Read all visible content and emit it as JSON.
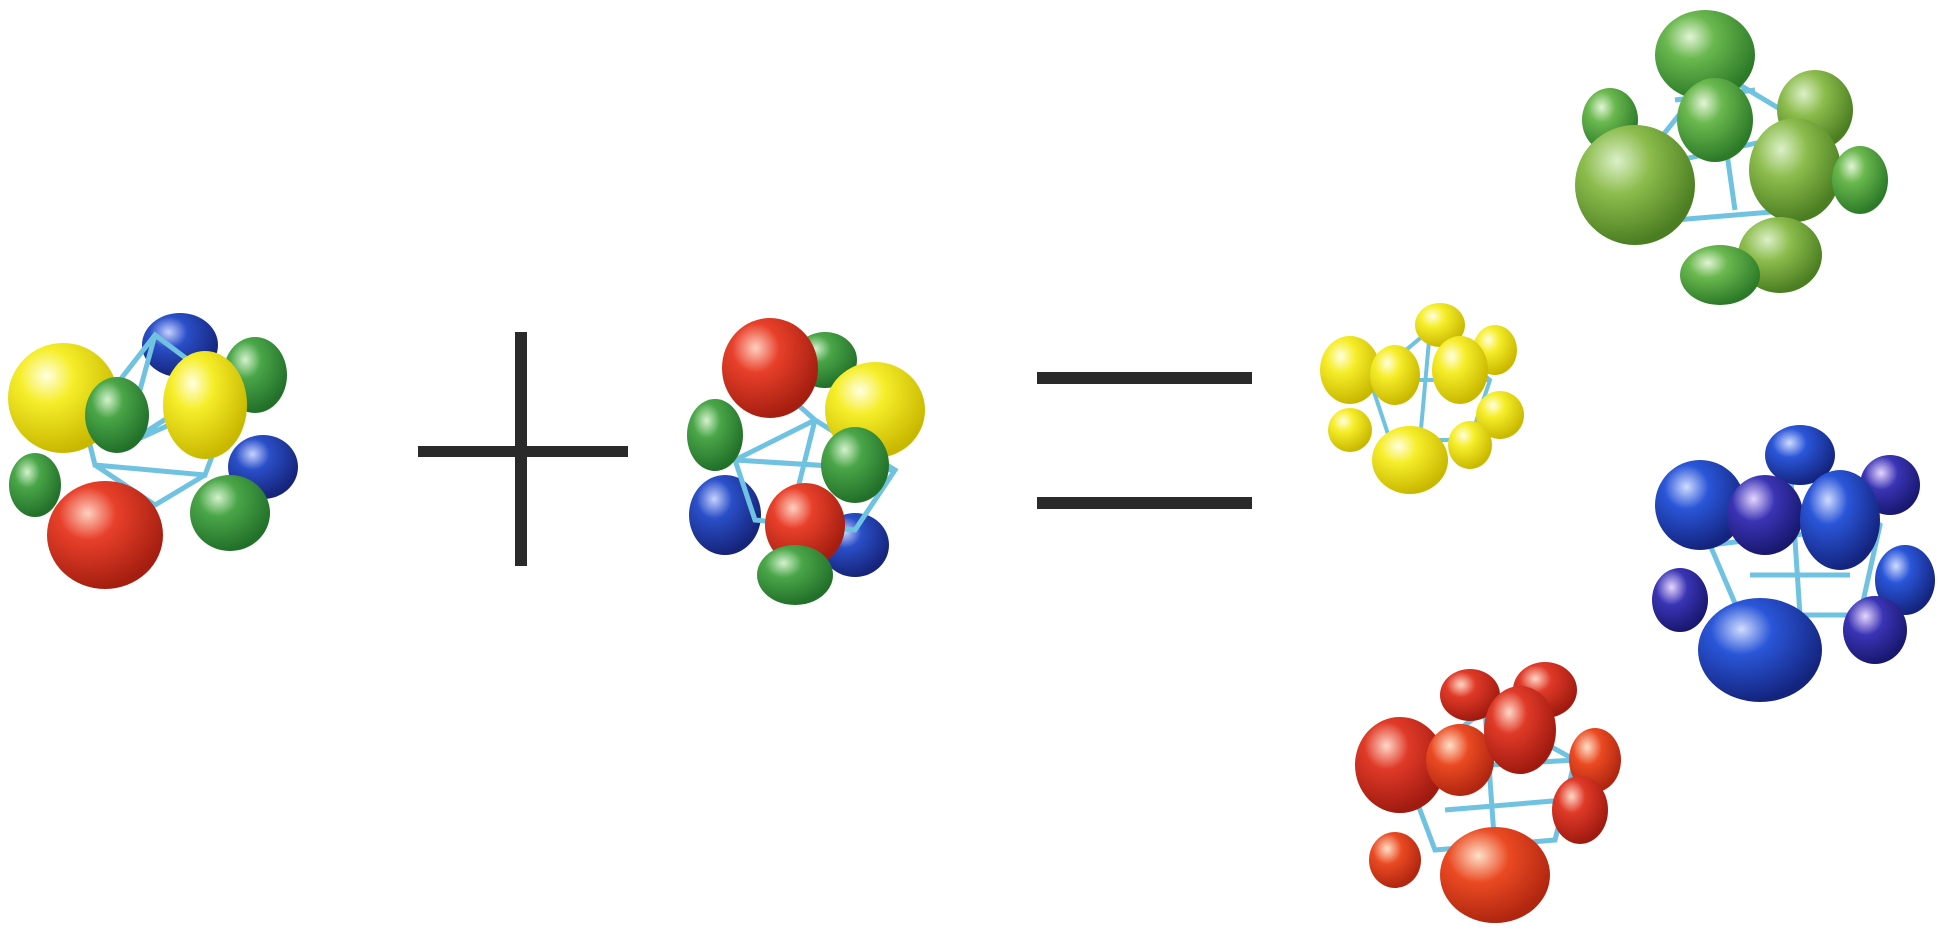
{
  "diagram": {
    "kind": "orbital-combination",
    "operators": [
      {
        "name": "plus-sign",
        "glyph": "+"
      },
      {
        "name": "equals-sign",
        "glyph": "="
      }
    ],
    "palette": {
      "red": "#e8402a",
      "yellow": "#f2ea1a",
      "green": "#4aa648",
      "blue": "#2a4fc8",
      "bond": "#6fc2e0"
    },
    "clusters": [
      {
        "name": "cluster-left",
        "lobe_colors": [
          "yellow",
          "green",
          "blue",
          "red"
        ]
      },
      {
        "name": "cluster-middle",
        "lobe_colors": [
          "red",
          "yellow",
          "green",
          "blue"
        ]
      },
      {
        "name": "cluster-yellow",
        "lobe_colors": [
          "yellow"
        ]
      },
      {
        "name": "cluster-green",
        "lobe_colors": [
          "green"
        ]
      },
      {
        "name": "cluster-blue",
        "lobe_colors": [
          "blue"
        ]
      },
      {
        "name": "cluster-red",
        "lobe_colors": [
          "red"
        ]
      }
    ]
  }
}
